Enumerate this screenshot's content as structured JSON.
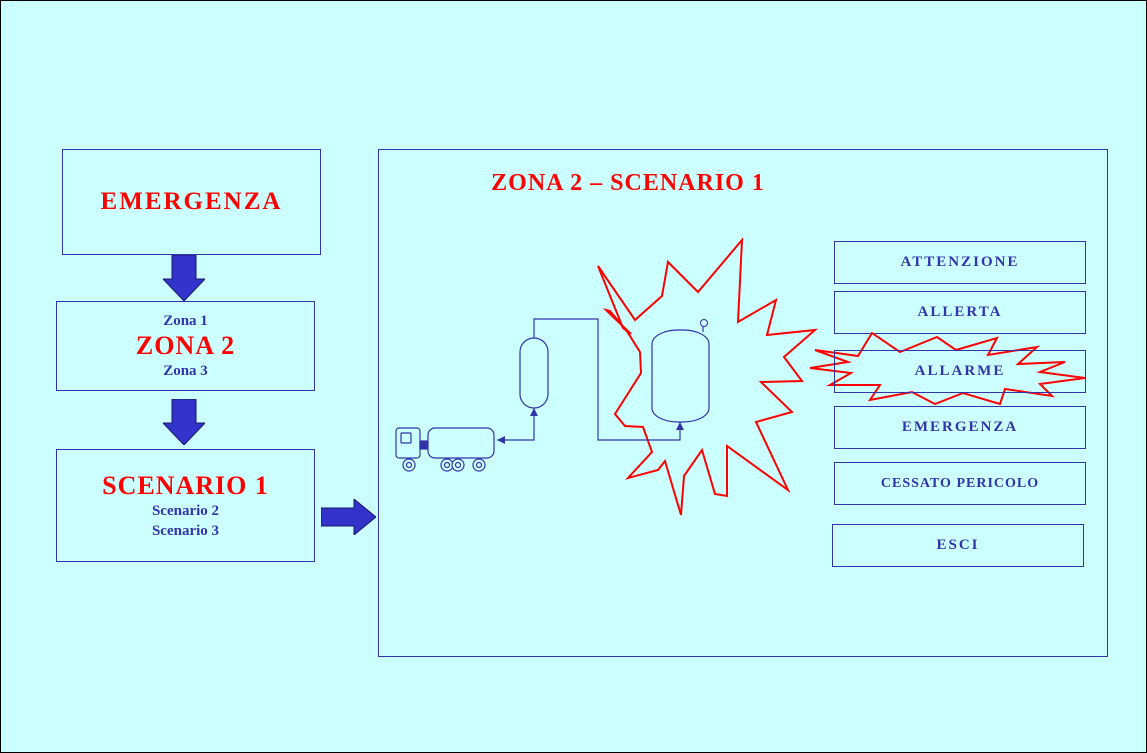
{
  "left_column": {
    "emergenza_title": "EMERGENZA",
    "zona": {
      "zona1": "Zona 1",
      "zona2": "ZONA 2",
      "zona3": "Zona 3"
    },
    "scenario": {
      "scenario1": "SCENARIO 1",
      "scenario2": "Scenario 2",
      "scenario3": "Scenario 3"
    }
  },
  "main_panel": {
    "title": "ZONA 2 – SCENARIO 1"
  },
  "buttons": {
    "attenzione": "ATTENZIONE",
    "allerta": "ALLERTA",
    "allarme": "ALLARME",
    "emergenza": "EMERGENZA",
    "cessato_pericolo": "CESSATO PERICOLO",
    "esci": "ESCI"
  },
  "colors": {
    "background": "#ccffff",
    "accent_red": "#ff0000",
    "line_blue": "#3333aa",
    "arrow_fill": "#3333cc"
  },
  "icons": {
    "tanker_truck": "tanker-truck-icon",
    "vessel": "vessel-icon",
    "tank": "tank-icon",
    "explosion": "explosion-icon"
  }
}
